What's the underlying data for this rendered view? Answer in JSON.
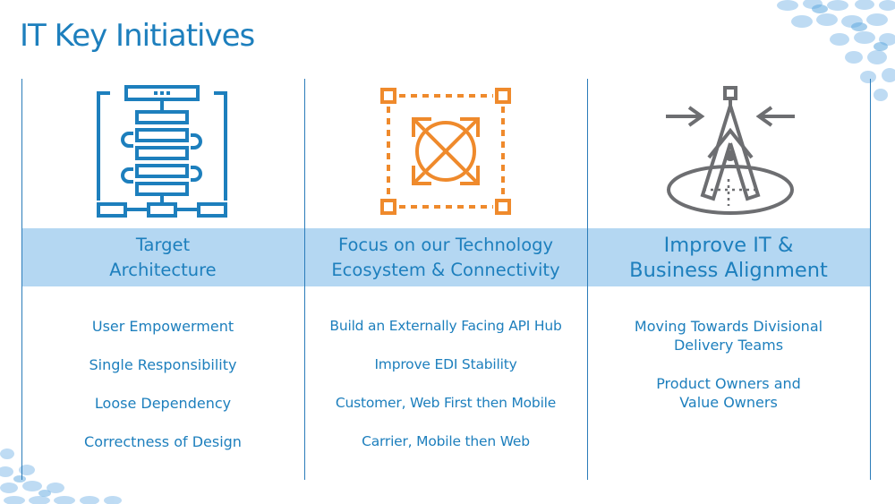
{
  "title": "IT Key Initiatives",
  "colors": {
    "accent_blue": "#1d7fbd",
    "band_blue": "#b4d7f2",
    "icon_orange": "#ef8a2c",
    "icon_gray": "#6d6e71"
  },
  "columns": [
    {
      "icon": "architecture-diagram-icon",
      "heading": [
        "Target",
        "Architecture"
      ],
      "items": [
        [
          "User Empowerment"
        ],
        [
          "Single Responsibility"
        ],
        [
          "Loose Dependency"
        ],
        [
          "Correctness of Design"
        ]
      ]
    },
    {
      "icon": "ecosystem-connectivity-icon",
      "heading": [
        "Focus on our Technology",
        "Ecosystem & Connectivity"
      ],
      "items": [
        [
          "Build an Externally Facing API Hub"
        ],
        [
          "Improve EDI Stability"
        ],
        [
          "Customer, Web First then Mobile"
        ],
        [
          "Carrier, Mobile then Web"
        ]
      ]
    },
    {
      "icon": "compass-alignment-icon",
      "heading": [
        "Improve IT &",
        "Business Alignment"
      ],
      "items": [
        [
          "Moving Towards Divisional",
          "Delivery Teams"
        ],
        [
          "Product Owners and",
          "Value Owners"
        ]
      ]
    }
  ]
}
